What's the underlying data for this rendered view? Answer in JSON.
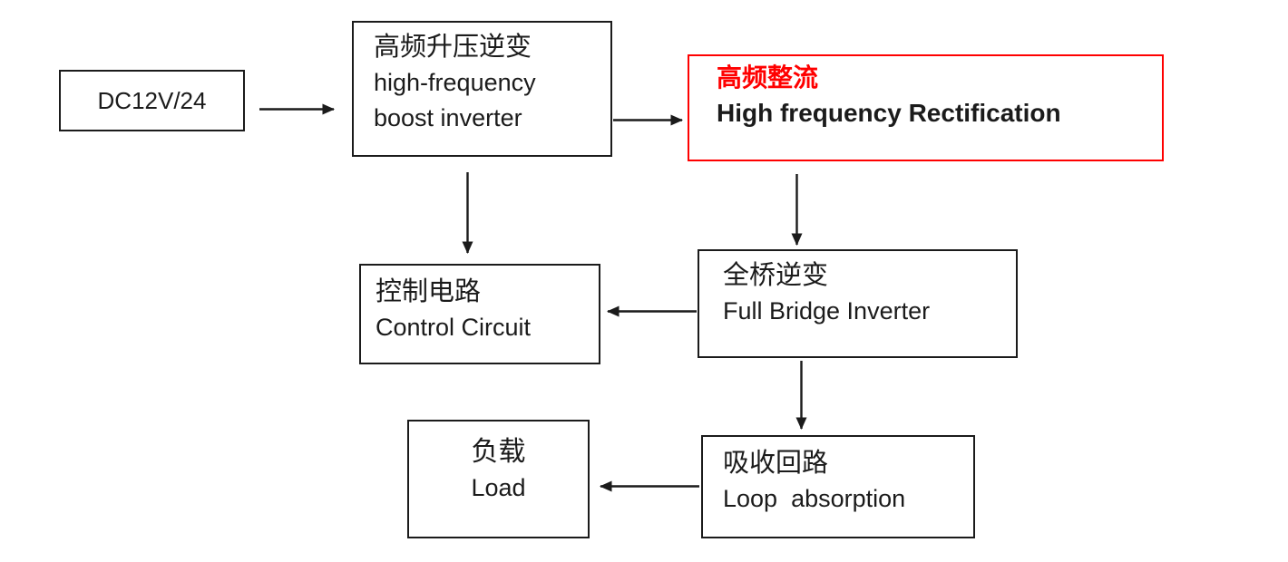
{
  "diagram": {
    "type": "flowchart",
    "background": "#ffffff",
    "colors": {
      "box_border": "#1b1b1b",
      "text": "#1b1b1b",
      "arrow": "#1b1b1b",
      "highlight_border": "#ff0000",
      "highlight_text": "#ff0000"
    },
    "nodes": {
      "dc_input": {
        "line1": "DC12V/24"
      },
      "boost_inverter": {
        "line1": "高频升压逆变",
        "line2": "high-frequency",
        "line3": "boost inverter"
      },
      "rectifier": {
        "line1": "高频整流",
        "line2": "High frequency Rectification",
        "highlighted": "true"
      },
      "control": {
        "line1": "控制电路",
        "line2": "Control Circuit"
      },
      "bridge": {
        "line1": "全桥逆变",
        "line2": "Full Bridge Inverter"
      },
      "absorption": {
        "line1": "吸收回路",
        "line2": "Loop  absorption"
      },
      "load": {
        "line1": "负载",
        "line2": "Load"
      }
    },
    "connections": [
      {
        "from": "dc_input",
        "to": "boost_inverter",
        "direction": "right"
      },
      {
        "from": "boost_inverter",
        "to": "rectifier",
        "direction": "right"
      },
      {
        "from": "boost_inverter",
        "to": "control",
        "direction": "down"
      },
      {
        "from": "rectifier",
        "to": "bridge",
        "direction": "down"
      },
      {
        "from": "bridge",
        "to": "control",
        "direction": "left"
      },
      {
        "from": "bridge",
        "to": "absorption",
        "direction": "down"
      },
      {
        "from": "absorption",
        "to": "load",
        "direction": "left"
      }
    ]
  }
}
